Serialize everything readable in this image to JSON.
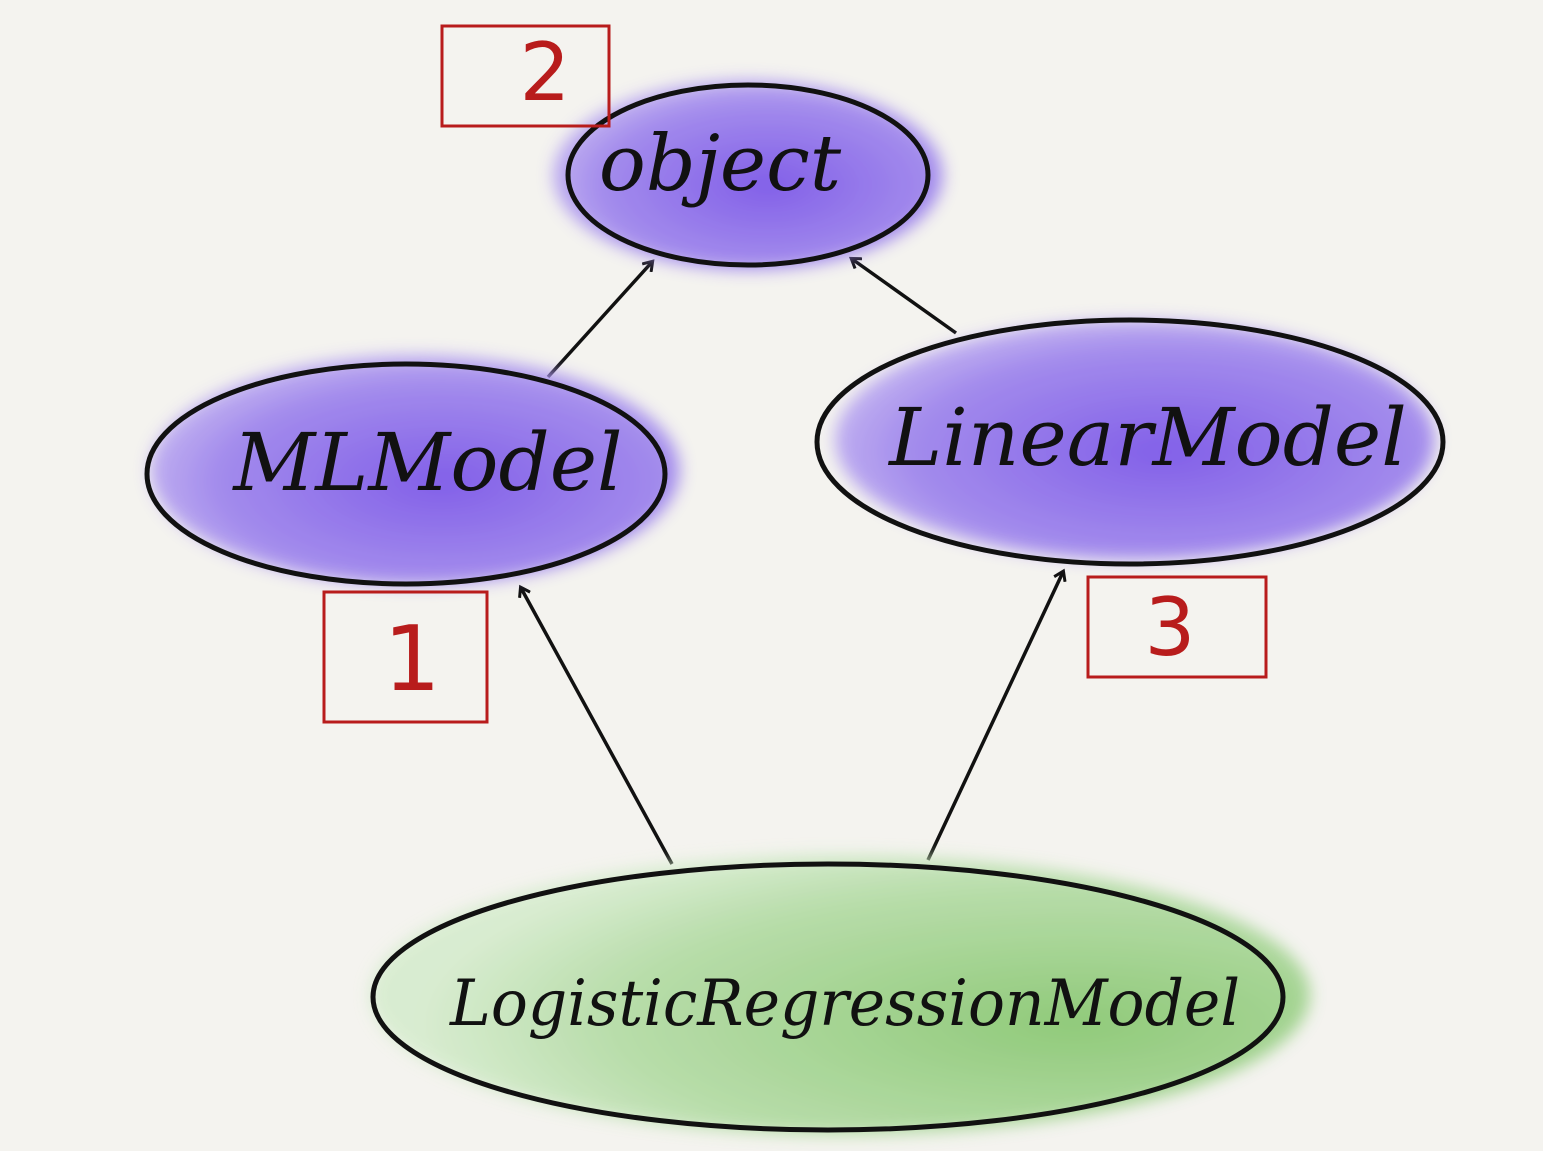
{
  "nodes": {
    "object": {
      "label": "object",
      "color": "#7b5ce8"
    },
    "mlmodel": {
      "label": "MLModel",
      "color": "#7b5ce8"
    },
    "linearmodel": {
      "label": "LinearModel",
      "color": "#7b5ce8"
    },
    "logistic": {
      "label": "LogisticRegressionModel",
      "color": "#8cc878"
    }
  },
  "markers": {
    "one": "1",
    "two": "2",
    "three": "3",
    "color": "#b81c1c"
  },
  "edges": [
    {
      "from": "MLModel",
      "to": "object"
    },
    {
      "from": "LinearModel",
      "to": "object"
    },
    {
      "from": "LogisticRegressionModel",
      "to": "MLModel"
    },
    {
      "from": "LogisticRegressionModel",
      "to": "LinearModel"
    }
  ]
}
